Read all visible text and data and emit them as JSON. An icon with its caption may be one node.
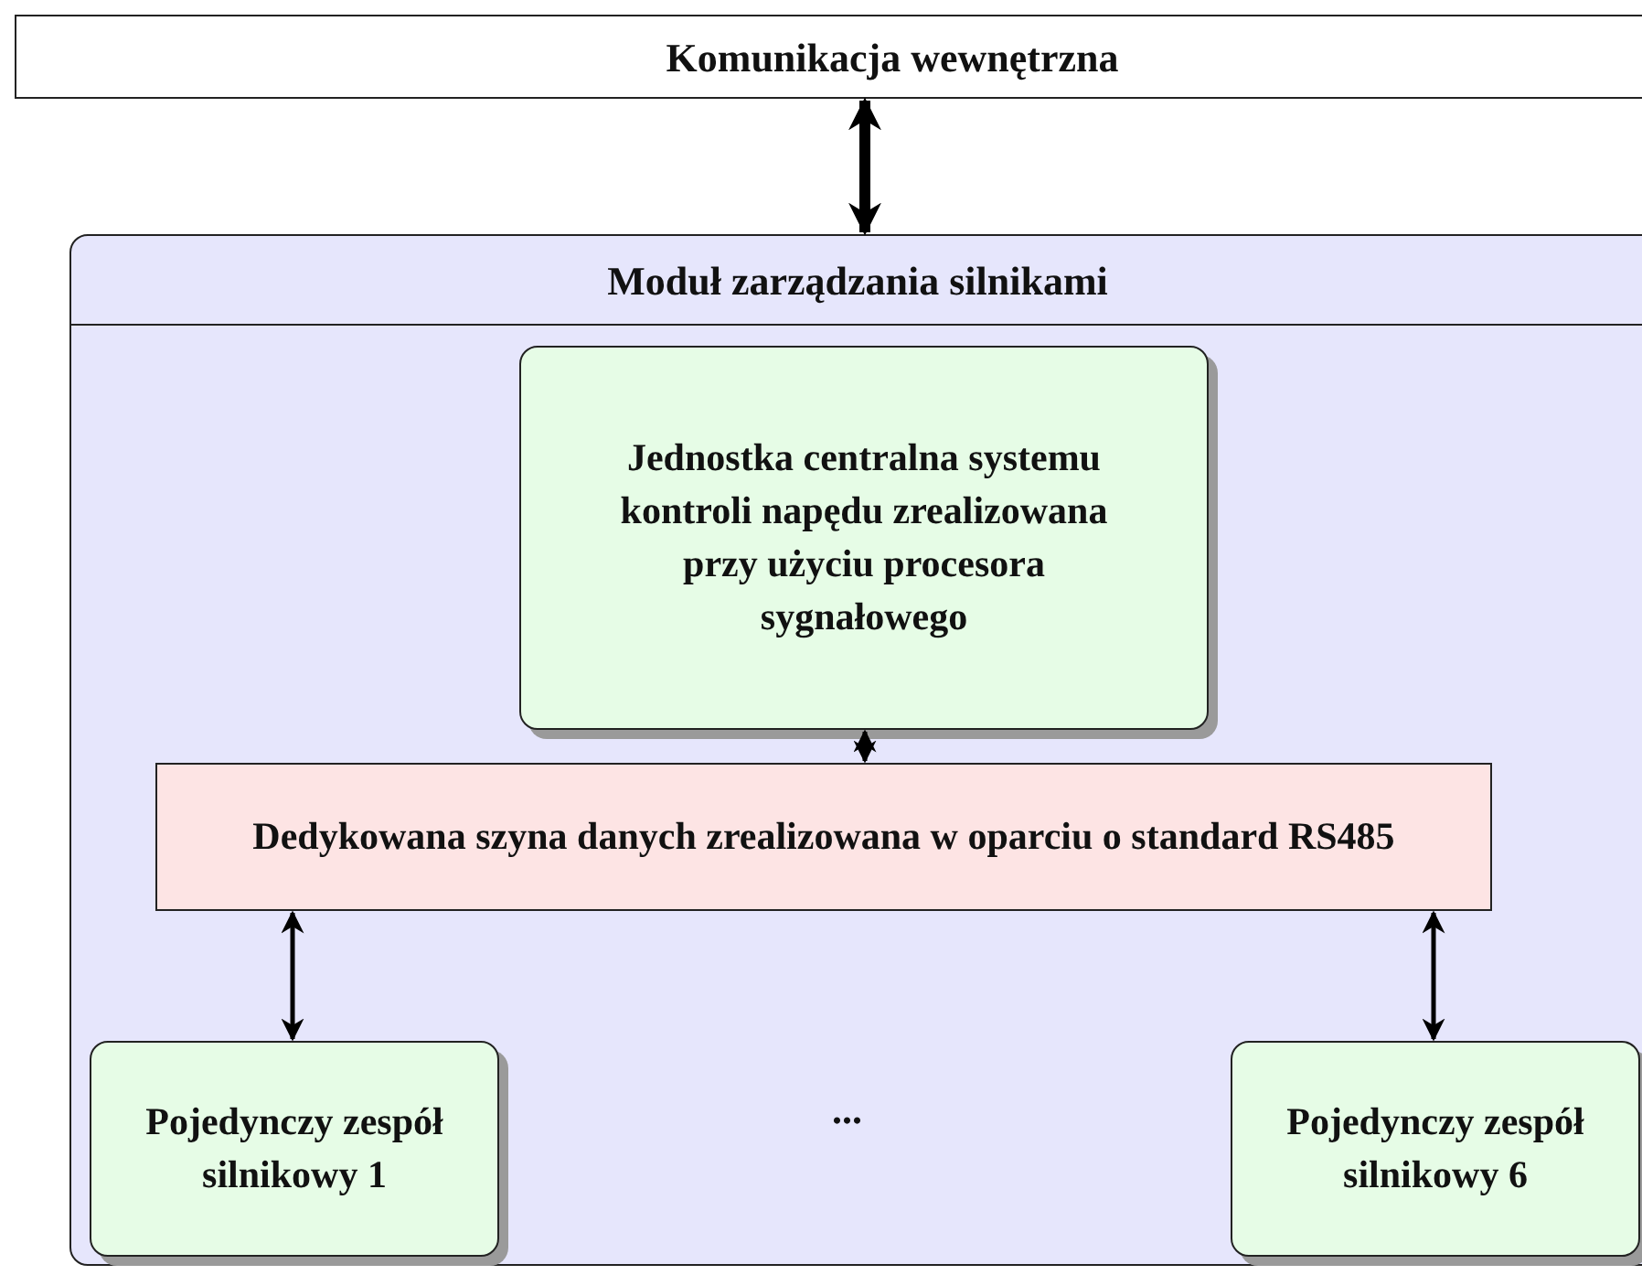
{
  "diagram": {
    "nodes": [
      {
        "text": [
          "Komunikacja wewnętrzna"
        ]
      },
      {
        "text": [
          "Moduł zarządzania silnikami"
        ]
      },
      {
        "text": [
          "Jednostka centralna systemu kontroli napędu zrealizowana przy użyciu procesora sygnałowego"
        ],
        "in": 1
      },
      {
        "text": [
          "Dedykowana szyna danych zrealizowana w oparciu o standard RS485"
        ],
        "in": 1
      },
      {
        "text": [
          "Pojedynczy zespół silnikowy 1"
        ],
        "in": 1
      },
      {
        "text": [
          "Pojedynczy zespół silnikowy 6"
        ],
        "in": 1
      }
    ],
    "edges": [
      {
        "from": 0,
        "to": 1,
        "arrow": "both",
        "style": "thick"
      },
      {
        "from": 2,
        "to": 3,
        "arrow": "both"
      },
      {
        "from": 3,
        "to": 4,
        "arrow": "both"
      },
      {
        "from": 3,
        "to": 5,
        "arrow": "both"
      }
    ],
    "labels": [
      "..."
    ]
  }
}
